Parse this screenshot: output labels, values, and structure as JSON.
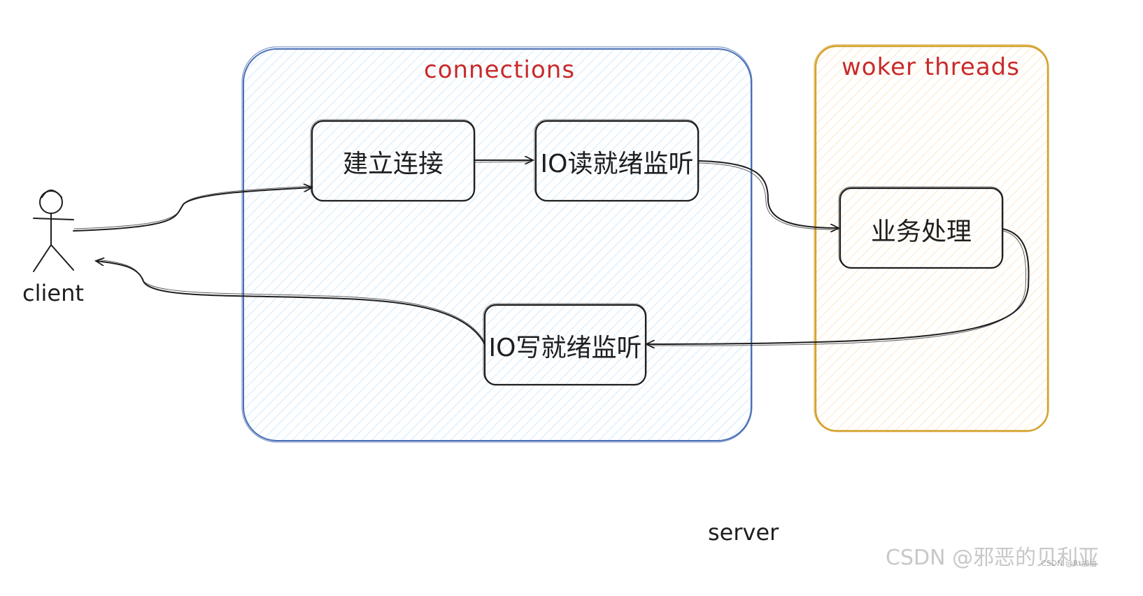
{
  "groups": {
    "connections": {
      "title": "connections",
      "fill": "#a5d8ff",
      "stroke": "#4a6fb5"
    },
    "workers": {
      "title": "woker threads",
      "fill": "#ffd8a8",
      "stroke": "#d4a12a"
    }
  },
  "nodes": {
    "connect": {
      "label": "建立连接"
    },
    "read": {
      "label": "IO读就绪监听"
    },
    "business": {
      "label": "业务处理"
    },
    "write": {
      "label": "IO写就绪监听"
    }
  },
  "actor": {
    "label": "client"
  },
  "server_label": "server",
  "watermark": {
    "main": "CSDN @邪恶的贝利亚",
    "small": "CSDN @Rt加油"
  },
  "colors": {
    "line": "#1e1e1e",
    "title": "#c92a2a"
  }
}
